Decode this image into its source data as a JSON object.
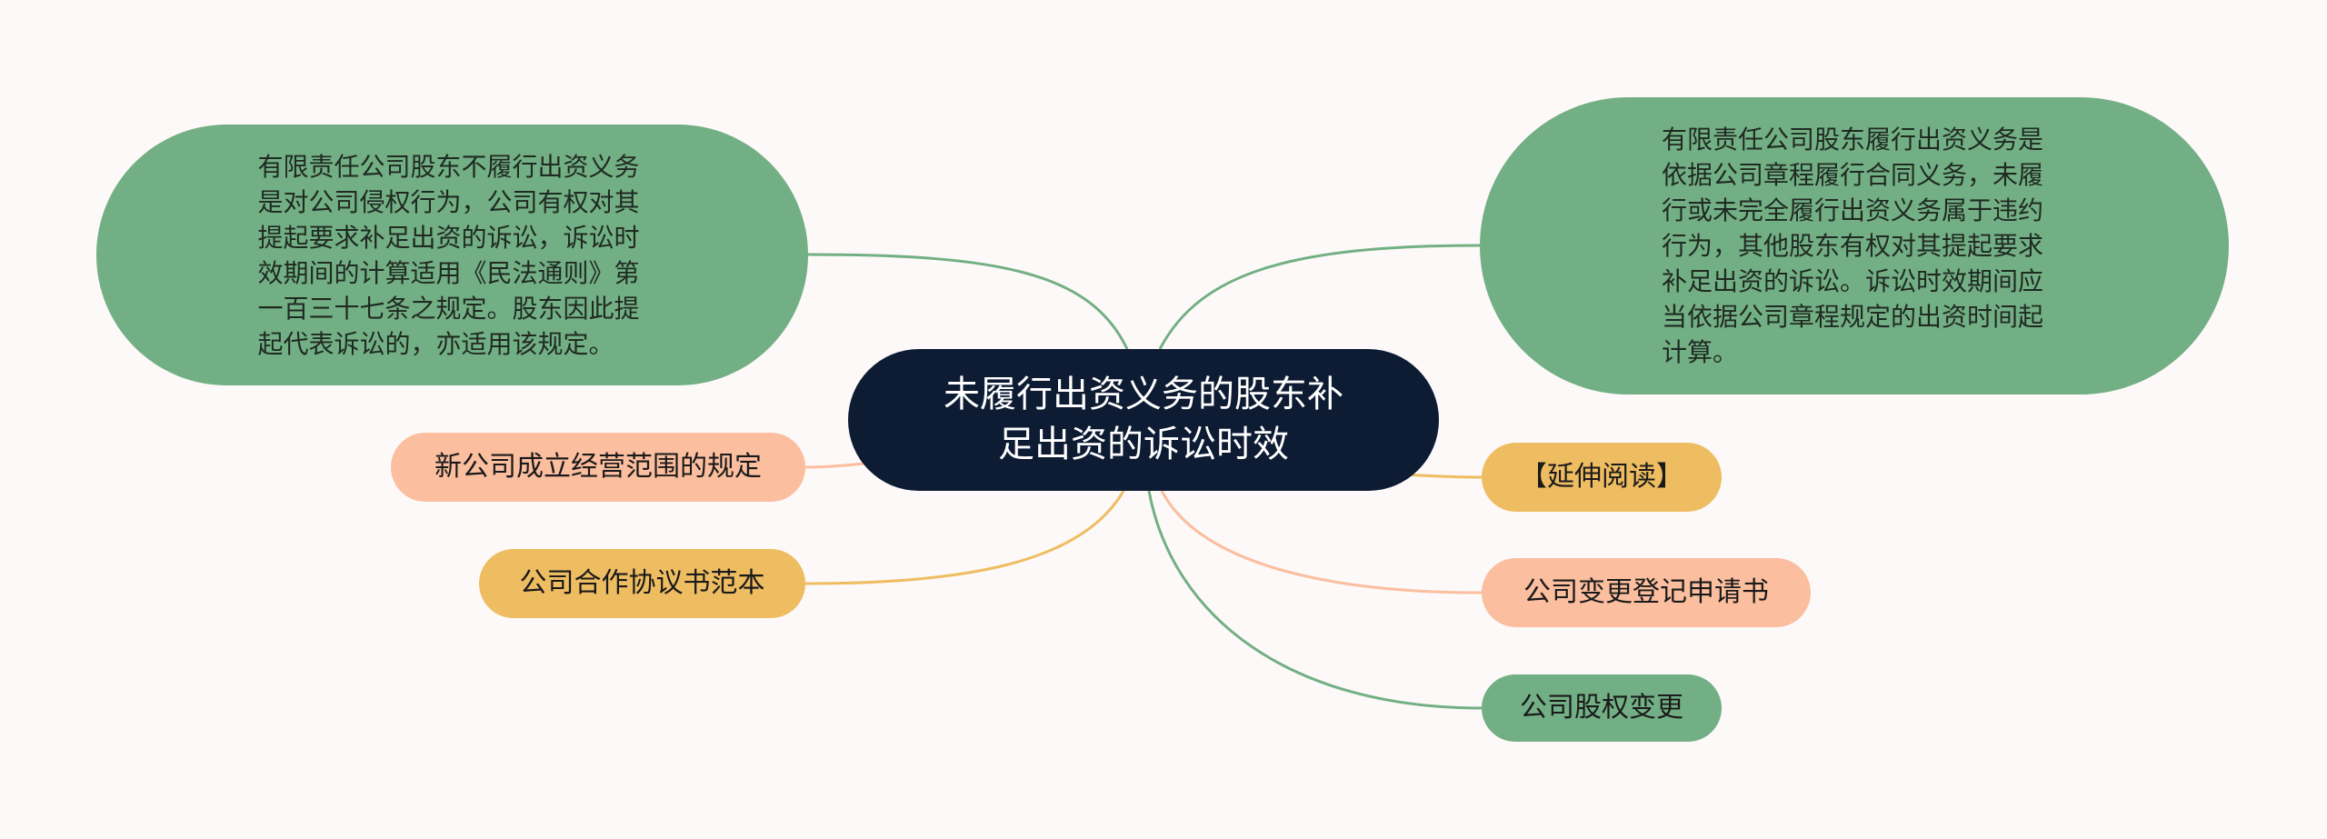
{
  "center": {
    "line1": "未履行出资义务的股东补",
    "line2": "足出资的诉讼时效"
  },
  "left_topic": {
    "lines": [
      "有限责任公司股东不履行出资义务",
      "是对公司侵权行为，公司有权对其",
      "提起要求补足出资的诉讼，诉讼时",
      "效期间的计算适用《民法通则》第",
      "一百三十七条之规定。股东因此提",
      "起代表诉讼的，亦适用该规定。"
    ]
  },
  "right_topic": {
    "lines": [
      "有限责任公司股东履行出资义务是",
      "依据公司章程履行合同义务，未履",
      "行或未完全履行出资义务属于违约",
      "行为，其他股东有权对其提起要求",
      "补足出资的诉讼。诉讼时效期间应",
      "当依据公司章程规定的出资时间起",
      "计算。"
    ]
  },
  "left_links": [
    "新公司成立经营范围的规定",
    "公司合作协议书范本"
  ],
  "right_links": [
    "【延伸阅读】",
    "公司变更登记申请书",
    "公司股权变更"
  ],
  "colors": {
    "background": "#fcf9f8",
    "center": "#0d1b33",
    "green": "#73af84",
    "salmon": "#fbbe9f",
    "gold": "#efbd61"
  }
}
